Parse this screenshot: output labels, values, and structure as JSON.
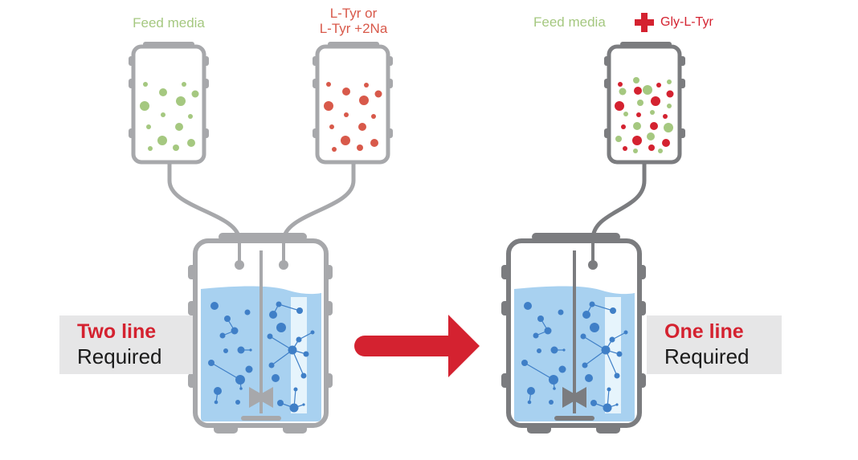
{
  "diagram": {
    "title": "Feed strategy comparison: separate L-Tyr feed vs. Gly-L-Tyr in feed media",
    "colors": {
      "feed_media": "#a5c880",
      "l_tyr": "#d8594a",
      "gly_l_tyr": "#d42230",
      "arrow": "#d42230",
      "vessel_left": "#a7a8ab",
      "vessel_right": "#7b7c7f",
      "liquid": "#a8d1f0",
      "molecule": "#3f7fc7",
      "callout_bg": "#e6e6e7"
    },
    "left": {
      "bag1_label": "Feed media",
      "bag2_label_line1": "L-Tyr or",
      "bag2_label_line2": "L-Tyr +2Na",
      "callout_line1": "Two line",
      "callout_line2": "Required"
    },
    "transition": {
      "arrow_icon": "arrow-right-icon"
    },
    "right": {
      "bag_label_part1": "Feed media",
      "plus_icon": "plus-icon",
      "bag_label_part2": "Gly-L-Tyr",
      "callout_line1": "One line",
      "callout_line2": "Required"
    }
  }
}
